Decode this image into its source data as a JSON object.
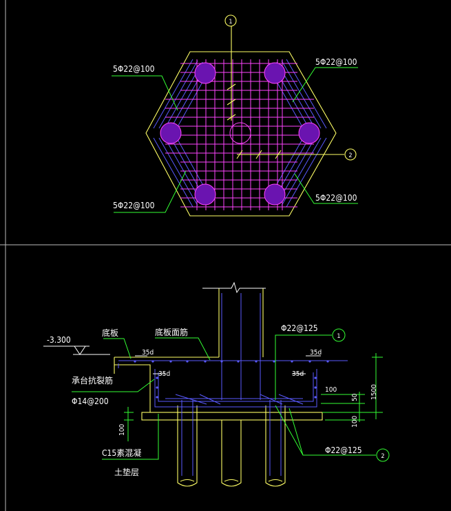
{
  "plan": {
    "rebar_label_tl": "5Φ22@100",
    "rebar_label_tr": "5Φ22@100",
    "rebar_label_bl": "5Φ22@100",
    "rebar_label_br": "5Φ22@100",
    "section_mark_1": "1",
    "section_mark_2": "2"
  },
  "section": {
    "elevation": "-3.300",
    "base_plate_label": "底板",
    "base_top_rebar_label": "底板面筋",
    "top_rebar_label": "Φ22@125",
    "top_rebar_mark": "1",
    "anchor_left_top": "35d",
    "anchor_right_top": "35d",
    "anchor_left_side": "35d",
    "anchor_right_side": "35d",
    "side_rebar_label": "承台抗裂筋",
    "side_rebar_spec": "Φ14@200",
    "bottom_rebar_label": "Φ22@125",
    "bottom_rebar_mark": "2",
    "concrete_label": "C15素混凝",
    "concrete_label_2": "土垫层",
    "dim_100_left": "100",
    "dim_100_right": "100",
    "dim_1500": "1500",
    "dim_50": "50",
    "dim_100_bottom": "100"
  },
  "colors": {
    "background": "#000000",
    "outline": "#ffff66",
    "rebar_main": "#ff44ff",
    "rebar_blue": "#5a5aff",
    "leader": "#33ff33",
    "text": "#ffffff"
  }
}
